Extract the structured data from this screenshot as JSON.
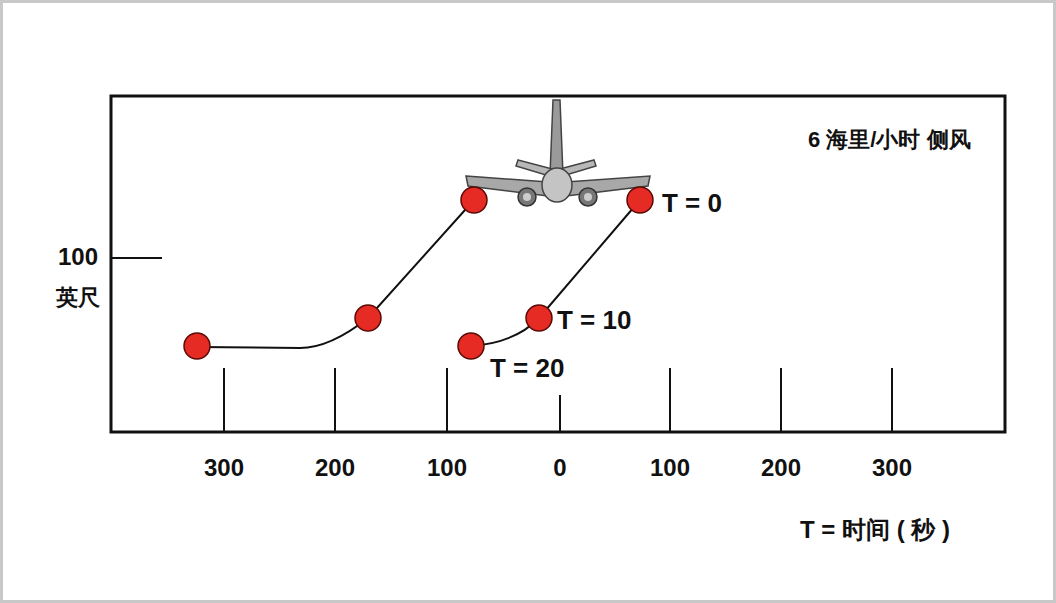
{
  "diagram": {
    "labels": [
      "6 海里/小时 侧风",
      "T = 0",
      "100",
      "英尺",
      "T = 10",
      "T = 20",
      "300",
      "200",
      "100",
      "0",
      "100",
      "200",
      "300",
      "T = 时间 ( 秒 )"
    ]
  }
}
